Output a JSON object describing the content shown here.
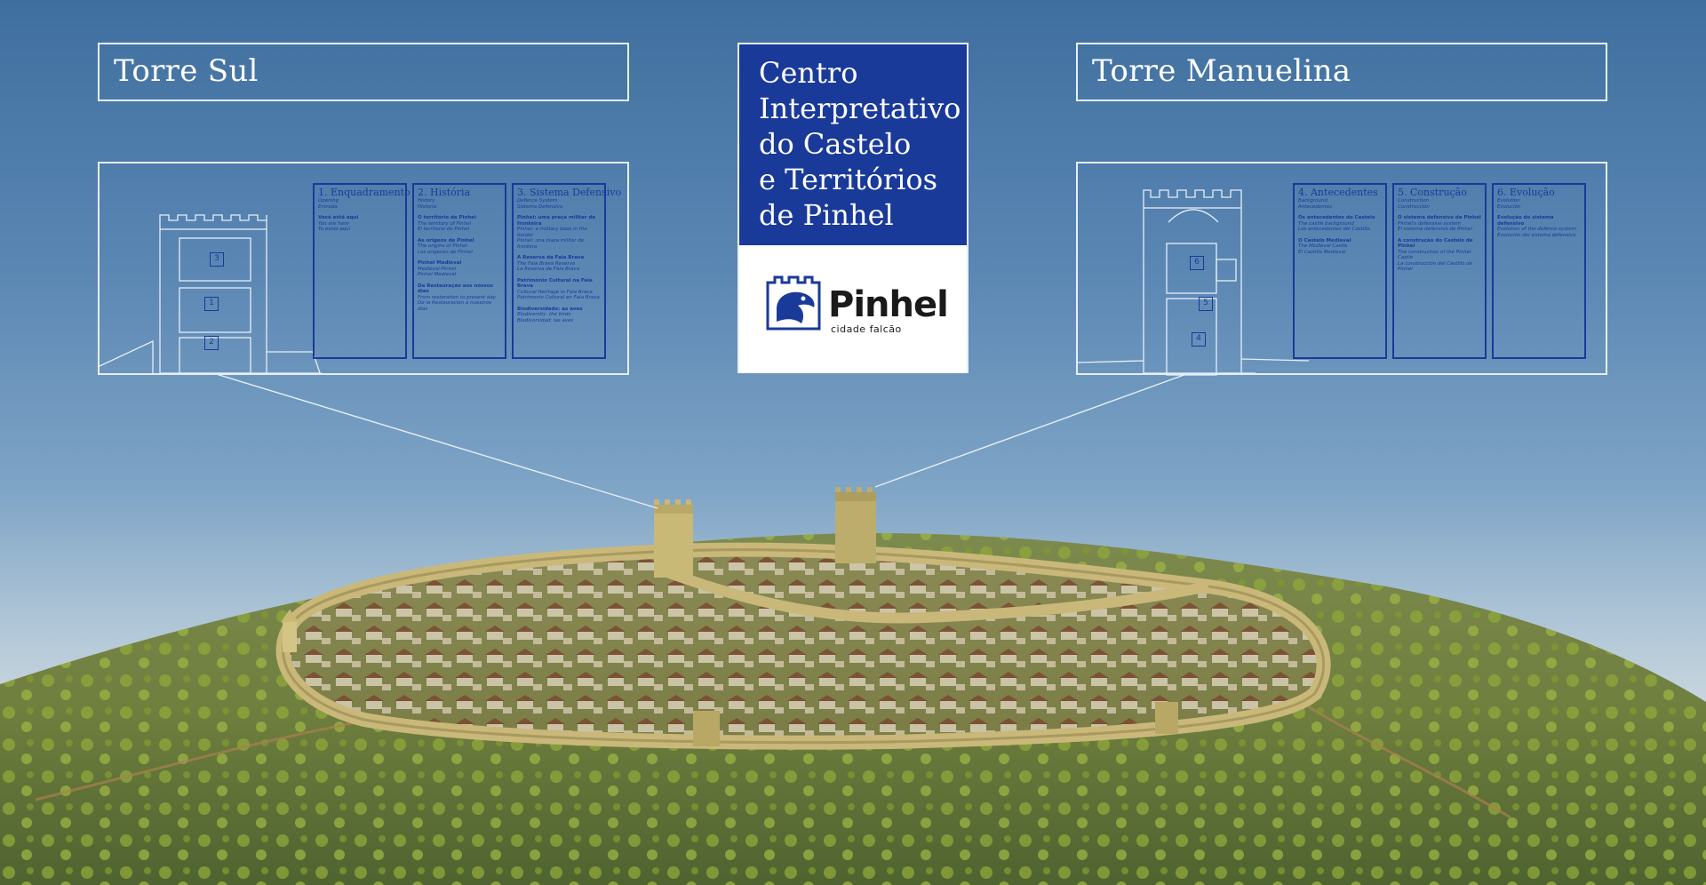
{
  "left": {
    "title": "Torre Sul",
    "tower_floors": [
      "3",
      "1",
      "2"
    ],
    "columns": [
      {
        "heading": "1. Enquadramento",
        "sub": [
          "Opening",
          "Entrada"
        ],
        "items": [
          {
            "b": "Você está aqui",
            "t": [
              "You are here",
              "Tu estás aquí"
            ]
          }
        ]
      },
      {
        "heading": "2. História",
        "sub": [
          "History",
          "Historia"
        ],
        "items": [
          {
            "b": "O território de Pinhel",
            "t": [
              "The territory of Pinhel",
              "El territorio de Pinhel"
            ]
          },
          {
            "b": "As origens de Pinhel",
            "t": [
              "The origins of Pinhel",
              "Los orígenes de Pinhel"
            ]
          },
          {
            "b": "Pinhel Medieval",
            "t": [
              "Medieval Pinhel",
              "Pinhel Medieval"
            ]
          },
          {
            "b": "Da Restauração aos nossos dias",
            "t": [
              "From restoration to present day",
              "De la Restauración a nuestros días"
            ]
          }
        ]
      },
      {
        "heading": "3. Sistema Defensivo",
        "sub": [
          "Defence System",
          "Sistema Defensivo"
        ],
        "items": [
          {
            "b": "Pinhel: uma praça militar de fronteira",
            "t": [
              "Pinhel: a military base in the border",
              "Pinhel: una plaza militar de frontera"
            ]
          },
          {
            "b": "A Reserva da Faia Brava",
            "t": [
              "The Faia Brava Reserve",
              "La Reserva de Faia Brava"
            ]
          },
          {
            "b": "Património Cultural na Faia Brava",
            "t": [
              "Cultural Heritage in Faia Brava",
              "Patrimonio Cultural en Faia Brava"
            ]
          },
          {
            "b": "Biodiversidade: as aves",
            "t": [
              "Biodiversity: the birds",
              "Biodiversidad: las aves"
            ]
          }
        ]
      }
    ]
  },
  "center": {
    "lines": [
      "Centro",
      "Interpretativo",
      "do Castelo",
      "e Territórios",
      "de Pinhel"
    ],
    "logo_word": "Pinhel",
    "logo_sub": "cidade falcão"
  },
  "right": {
    "title": "Torre Manuelina",
    "tower_floors": [
      "6",
      "5",
      "4"
    ],
    "columns": [
      {
        "heading": "4. Antecedentes",
        "sub": [
          "Background",
          "Antecedentes"
        ],
        "items": [
          {
            "b": "Os antecedentes do Castelo",
            "t": [
              "The castle background",
              "Los antecedentes del Castillo"
            ]
          },
          {
            "b": "O Castelo Medieval",
            "t": [
              "The Medieval Castle",
              "El Castillo Medieval"
            ]
          }
        ]
      },
      {
        "heading": "5. Construção",
        "sub": [
          "Construction",
          "Construcción"
        ],
        "items": [
          {
            "b": "O sistema defensivo de Pinhel",
            "t": [
              "Pinhel's defensive system",
              "El sistema defensivo de Pinhel"
            ]
          },
          {
            "b": "A construção do Castelo de Pinhel",
            "t": [
              "The construction of the Pinhel Castle",
              "La construcción del Castillo de Pinhel"
            ]
          }
        ]
      },
      {
        "heading": "6. Evolução",
        "sub": [
          "Evolution",
          "Evolución"
        ],
        "items": [
          {
            "b": "Evolução do sistema defensivo",
            "t": [
              "Evolution of the defence system",
              "Evolución del sistema defensivo"
            ]
          }
        ]
      }
    ]
  },
  "colors": {
    "brand_blue": "#1a3a9a",
    "line_white": "#e6eef7"
  }
}
